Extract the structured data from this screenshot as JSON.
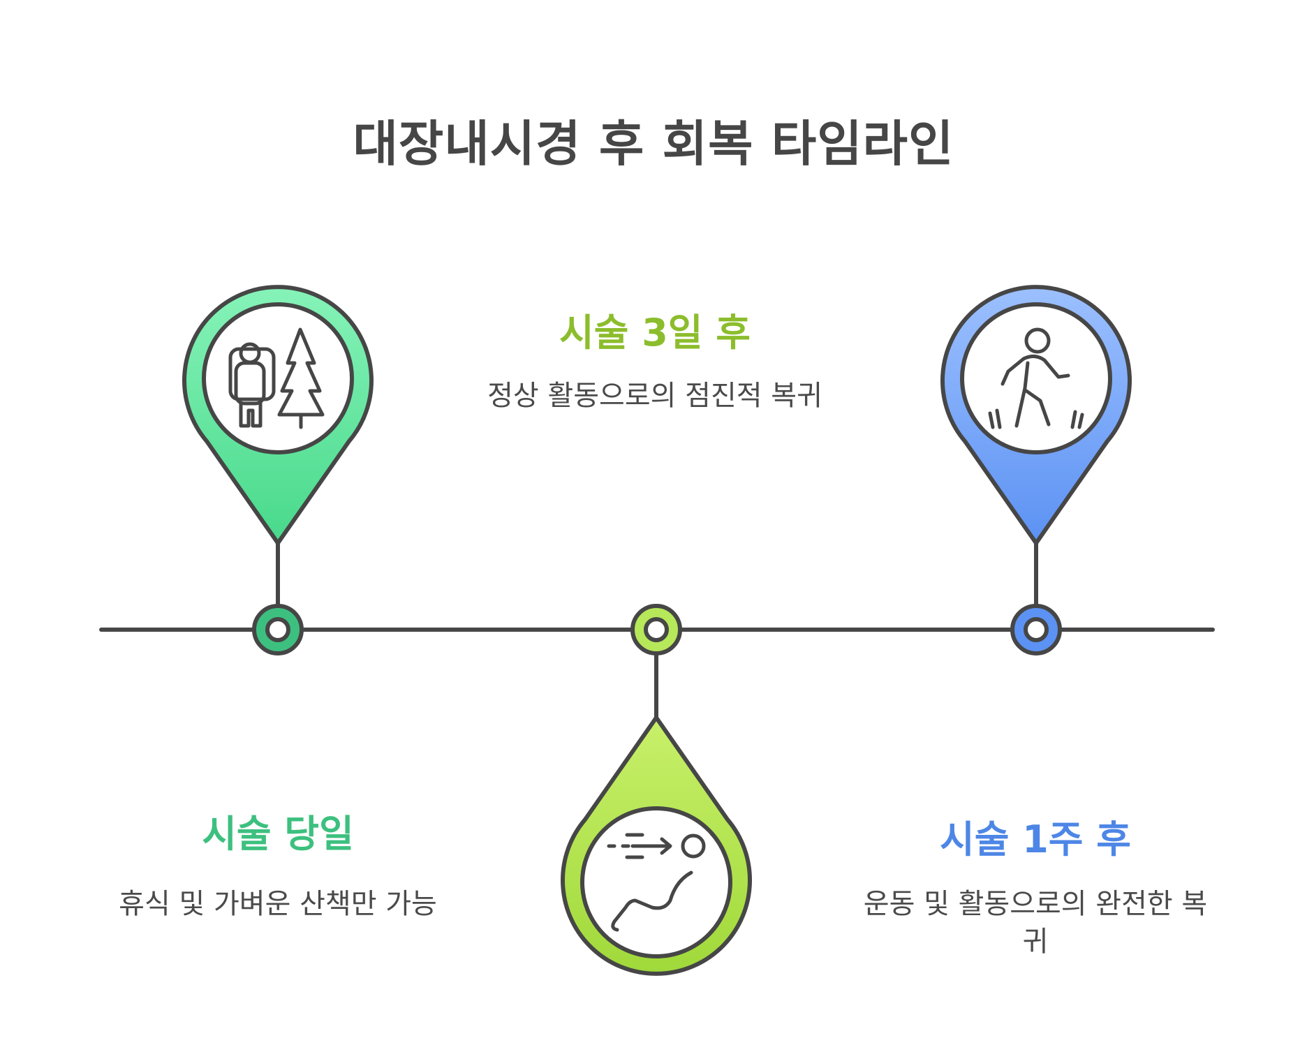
{
  "title": "대장내시경 후 회복 타임라인",
  "steps": [
    {
      "title": "시술 당일",
      "description": "휴식 및 가벼운 산책만 가능",
      "icon": "person-with-backpack-and-tree-icon",
      "color": "#3dc07f"
    },
    {
      "title": "시술 3일 후",
      "description": "정상 활동으로의 점진적 복귀",
      "icon": "reclining-person-icon",
      "color": "#8cbd2c"
    },
    {
      "title": "시술 1주 후",
      "description": "운동 및 활동으로의 완전한 복귀",
      "icon": "walking-person-icon",
      "color": "#4d86e6"
    }
  ]
}
